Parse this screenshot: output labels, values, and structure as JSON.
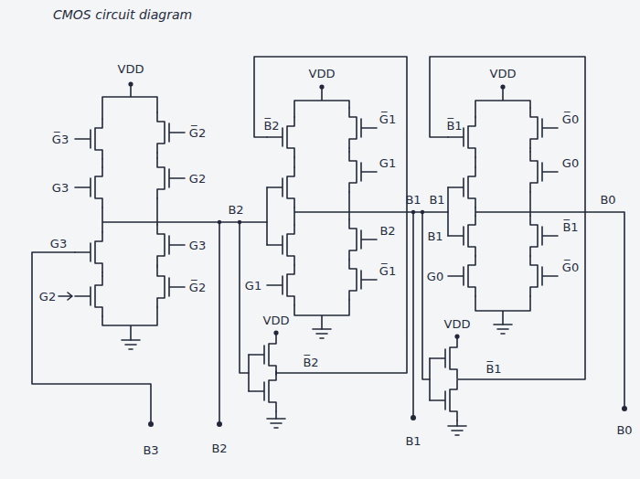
{
  "diagram": {
    "title": "CMOS circuit diagram",
    "labels": [
      "VDD",
      "G̅3",
      "G̅2",
      "G3",
      "G2",
      "G3",
      "G3",
      "G2",
      "G̅2",
      "B2",
      "VDD",
      "B̅2",
      "G̅1",
      "G1",
      "B2",
      "G1",
      "G̅1",
      "VDD",
      "B̅2",
      "B1",
      "B1",
      "VDD",
      "B̅1",
      "G̅0",
      "G0",
      "B1",
      "G0",
      "B̅1",
      "G̅0",
      "VDD",
      "B̅1",
      "B0",
      "B3",
      "B2",
      "B1",
      "B0"
    ]
  }
}
